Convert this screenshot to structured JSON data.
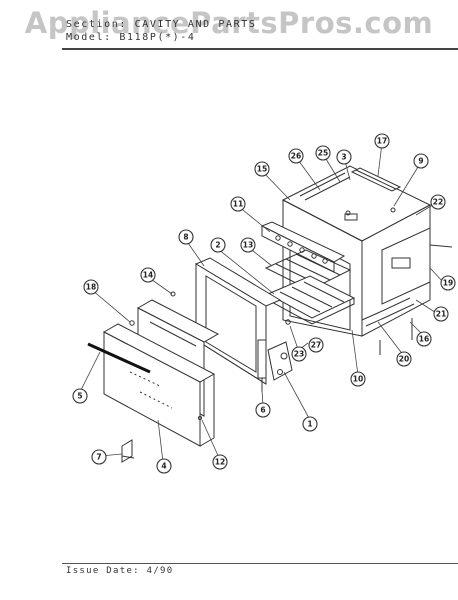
{
  "watermark": "AppliancePartsPros.com",
  "header": {
    "section_line": "Section: CAVITY AND PARTS",
    "model_line": "Model:   B118P(*)-4"
  },
  "footer": {
    "issue_line": "Issue Date: 4/90"
  },
  "callouts": [
    {
      "label": "1"
    },
    {
      "label": "2"
    },
    {
      "label": "3"
    },
    {
      "label": "4"
    },
    {
      "label": "5"
    },
    {
      "label": "6"
    },
    {
      "label": "7"
    },
    {
      "label": "8"
    },
    {
      "label": "9"
    },
    {
      "label": "10"
    },
    {
      "label": "11"
    },
    {
      "label": "12"
    },
    {
      "label": "13"
    },
    {
      "label": "14"
    },
    {
      "label": "15"
    },
    {
      "label": "16"
    },
    {
      "label": "17"
    },
    {
      "label": "18"
    },
    {
      "label": "19"
    },
    {
      "label": "20"
    },
    {
      "label": "21"
    },
    {
      "label": "22"
    },
    {
      "label": "23"
    },
    {
      "label": "25"
    },
    {
      "label": "26"
    },
    {
      "label": "27"
    }
  ]
}
